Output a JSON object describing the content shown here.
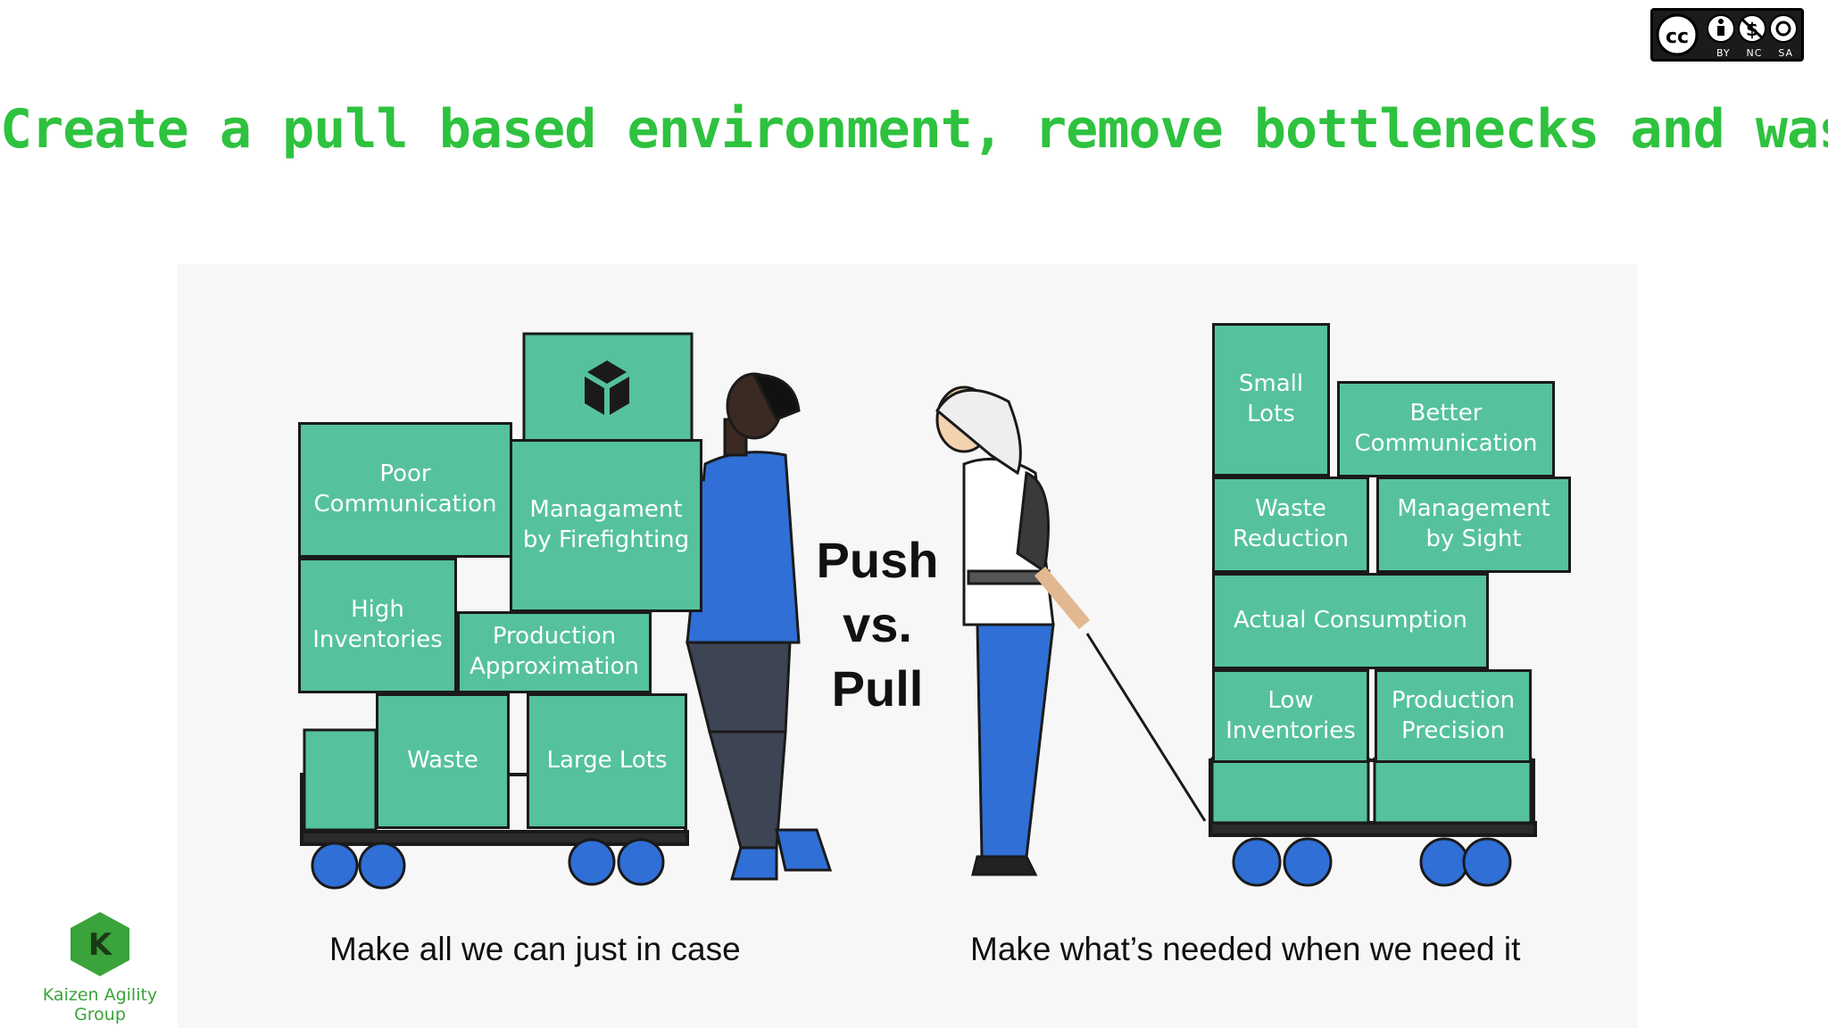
{
  "license_badge": {
    "icon": "cc-by-nc-sa-icon",
    "labels": [
      "BY",
      "NC",
      "SA"
    ]
  },
  "title": "Create a pull based environment, remove bottlenecks and waste",
  "center_label": {
    "line1": "Push",
    "line2": "vs.",
    "line3": "Pull"
  },
  "push_side": {
    "caption": "Make all we can just in case",
    "boxes": {
      "poor_communication": "Poor Communication",
      "managament_by_firefighting": "Managament by Firefighting",
      "high_inventories": "High Inventories",
      "production_approximation": "Production Approximation",
      "waste": "Waste",
      "large_lots": "Large Lots"
    }
  },
  "pull_side": {
    "caption": "Make what’s needed when we need it",
    "boxes": {
      "small_lots": "Small Lots",
      "better_communication": "Better Communication",
      "waste_reduction": "Waste Reduction",
      "management_by_sight": "Management by Sight",
      "actual_consumption": "Actual Consumption",
      "low_inventories": "Low Inventories",
      "production_precision": "Production Precision"
    }
  },
  "logo": {
    "letter": "K",
    "text": "Kaizen Agility Group",
    "color": "#3aa33a"
  },
  "colors": {
    "title": "#2ec23f",
    "box_fill": "#55c29b",
    "wheel": "#2f6fd6",
    "shirt": "#2f6fd6"
  }
}
